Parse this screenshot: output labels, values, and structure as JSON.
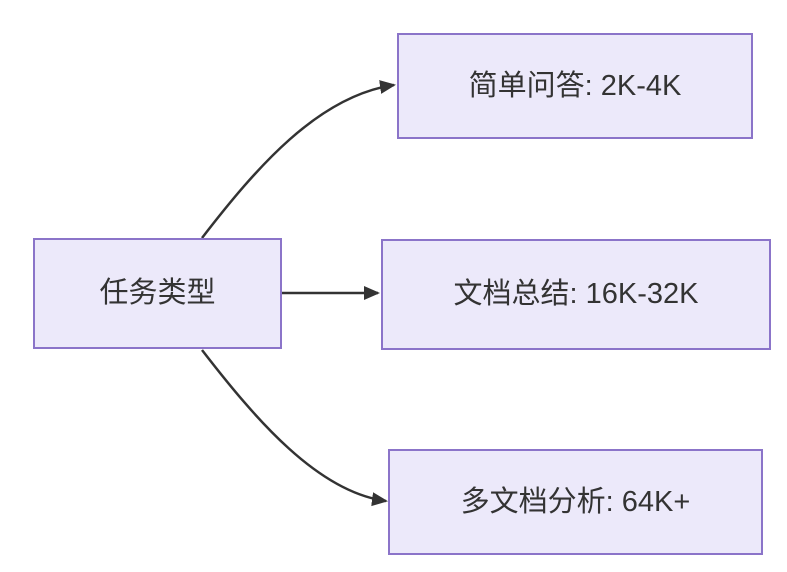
{
  "diagram": {
    "type": "flowchart-left-to-right",
    "colors": {
      "node_fill": "#ECE9FA",
      "node_border": "#8B74C9",
      "edge": "#333333",
      "text": "#333333",
      "background": "#FFFFFF"
    },
    "nodes": [
      {
        "id": "task-type",
        "label": "任务类型"
      },
      {
        "id": "simple-qa",
        "label": "简单问答: 2K-4K"
      },
      {
        "id": "doc-summary",
        "label": "文档总结: 16K-32K"
      },
      {
        "id": "multi-doc-analysis",
        "label": "多文档分析: 64K+"
      }
    ],
    "edges": [
      {
        "from": "task-type",
        "to": "simple-qa"
      },
      {
        "from": "task-type",
        "to": "doc-summary"
      },
      {
        "from": "task-type",
        "to": "multi-doc-analysis"
      }
    ]
  }
}
